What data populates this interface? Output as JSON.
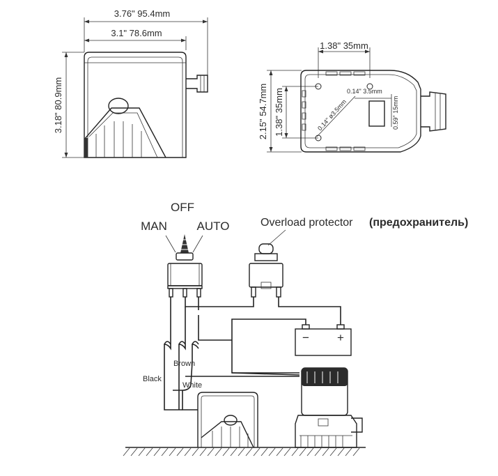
{
  "side_view": {
    "width_overall": "3.76\" 95.4mm",
    "width_body": "3.1\" 78.6mm",
    "height": "3.18\" 80.9mm"
  },
  "top_view": {
    "mount_spacing_x": "1.38\" 35mm",
    "width": "2.15\" 54.7mm",
    "mount_spacing_y": "1.38\" 35mm",
    "edge_offset": "0.14\" 3.5mm",
    "hole_diameter": "0.14\" ø3.5mm",
    "outlet_diameter": "0.59\" 15mm"
  },
  "wiring": {
    "switch_off": "OFF",
    "switch_man": "MAN",
    "switch_auto": "AUTO",
    "protector_label": "Overload protector",
    "protector_label_ru": "(предохранитель)",
    "wire_black": "Black",
    "wire_brown": "Brown",
    "wire_white": "White",
    "battery_minus": "−",
    "battery_plus": "+"
  }
}
